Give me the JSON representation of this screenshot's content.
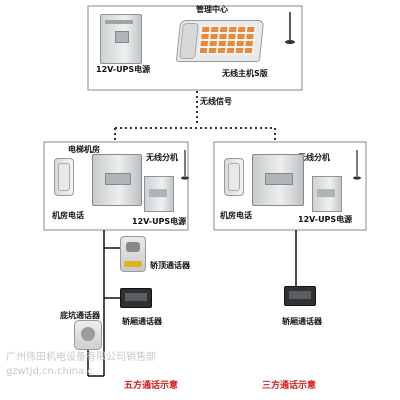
{
  "top": {
    "title": "管理中心",
    "ups_label": "12V-UPS电源",
    "host_label": "无线主机S版"
  },
  "signal_label": "无线信号",
  "left": {
    "machine_room": "电梯机房",
    "extension": "无线分机",
    "room_phone": "机房电话",
    "ups_label": "12V-UPS电源",
    "car_top": "轿顶通话器",
    "car_inside": "轿厢通话器",
    "pit": "底坑通话器",
    "caption": "五方通话示意"
  },
  "right": {
    "extension": "无线分机",
    "room_phone": "机房电话",
    "ups_label": "12V-UPS电源",
    "car_inside": "轿厢通话器",
    "caption": "三方通话示意"
  },
  "watermark": {
    "line1": "广州伟田机电设备有限公司销售部",
    "line2": "gzwtjd.cn.china.c"
  },
  "colors": {
    "caption": "#d21a1a",
    "box_border": "#8a8a8a",
    "device_gray": "#d8dadb",
    "keypad_orange": "#e98a3a"
  }
}
